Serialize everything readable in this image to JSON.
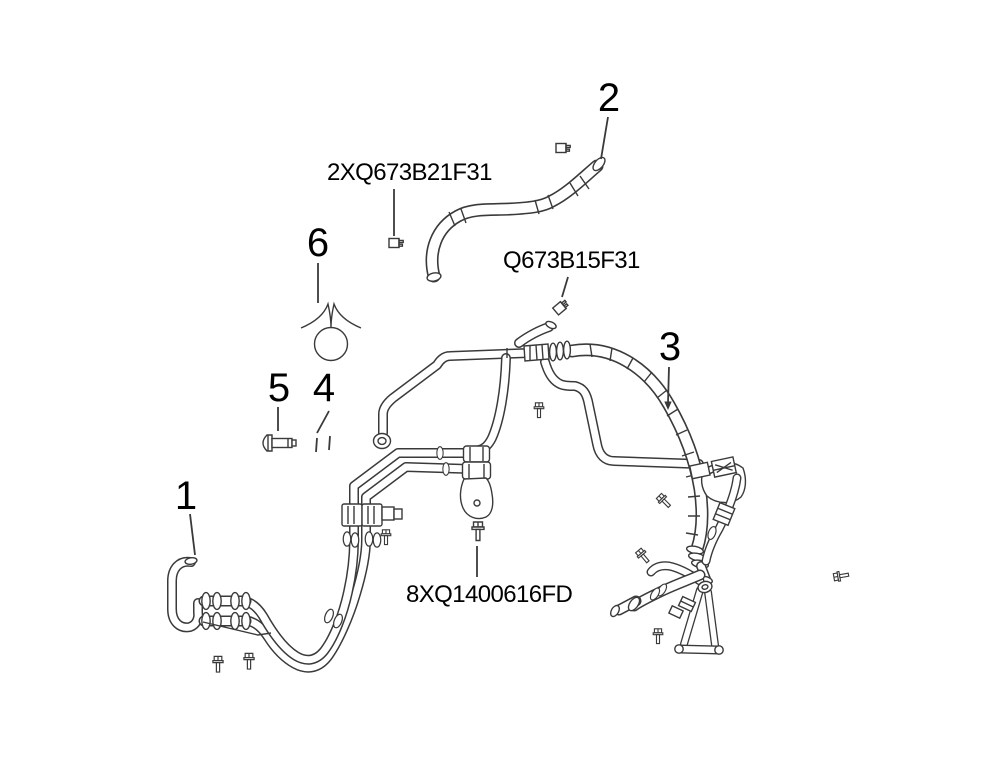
{
  "diagram": {
    "type": "exploded-parts-line-drawing",
    "subject": "power steering hose and cooler line assembly",
    "colors": {
      "background": "#ffffff",
      "line": "#3a3a3a",
      "text": "#000000"
    },
    "labels": {
      "n1": "1",
      "n2": "2",
      "n3": "3",
      "n4": "4",
      "n5": "5",
      "n6": "6",
      "pn_clip_front": "2XQ673B21F31",
      "pn_clip_rear": "Q673B15F31",
      "pn_screw": "8XQ1400616FD"
    }
  }
}
